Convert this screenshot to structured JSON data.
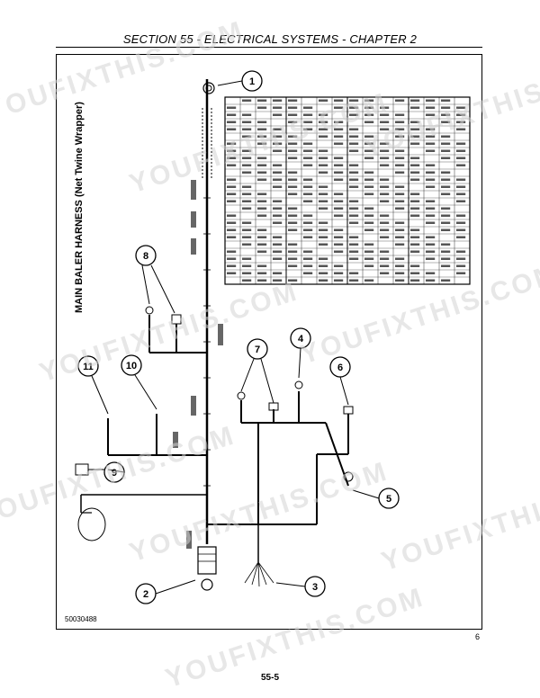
{
  "header": {
    "title": "SECTION 55 - ELECTRICAL SYSTEMS - CHAPTER 2"
  },
  "diagram": {
    "title": "MAIN BALER HARNESS (Net Twine Wrapper)",
    "figure_id": "50030488",
    "callouts": [
      "1",
      "2",
      "3",
      "4",
      "5",
      "6",
      "7",
      "8",
      "9",
      "10",
      "11"
    ],
    "watermark_text": "YOUFIXTHIS.COM",
    "colors": {
      "line": "#000000",
      "watermark": "#d4d4d4"
    }
  },
  "footer": {
    "fig_page": "6",
    "page_number": "55-5"
  }
}
